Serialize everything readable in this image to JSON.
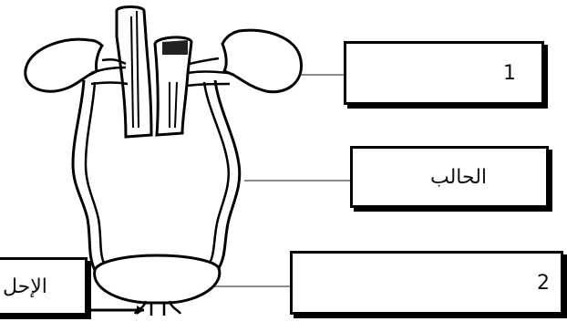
{
  "labels": {
    "box_1": "1",
    "box_ureter": "الحالب",
    "box_2": "2",
    "box_urethra": "الإحل"
  },
  "colors": {
    "line": "#000000",
    "leader": "#8a8a8a",
    "fill": "#ffffff"
  }
}
